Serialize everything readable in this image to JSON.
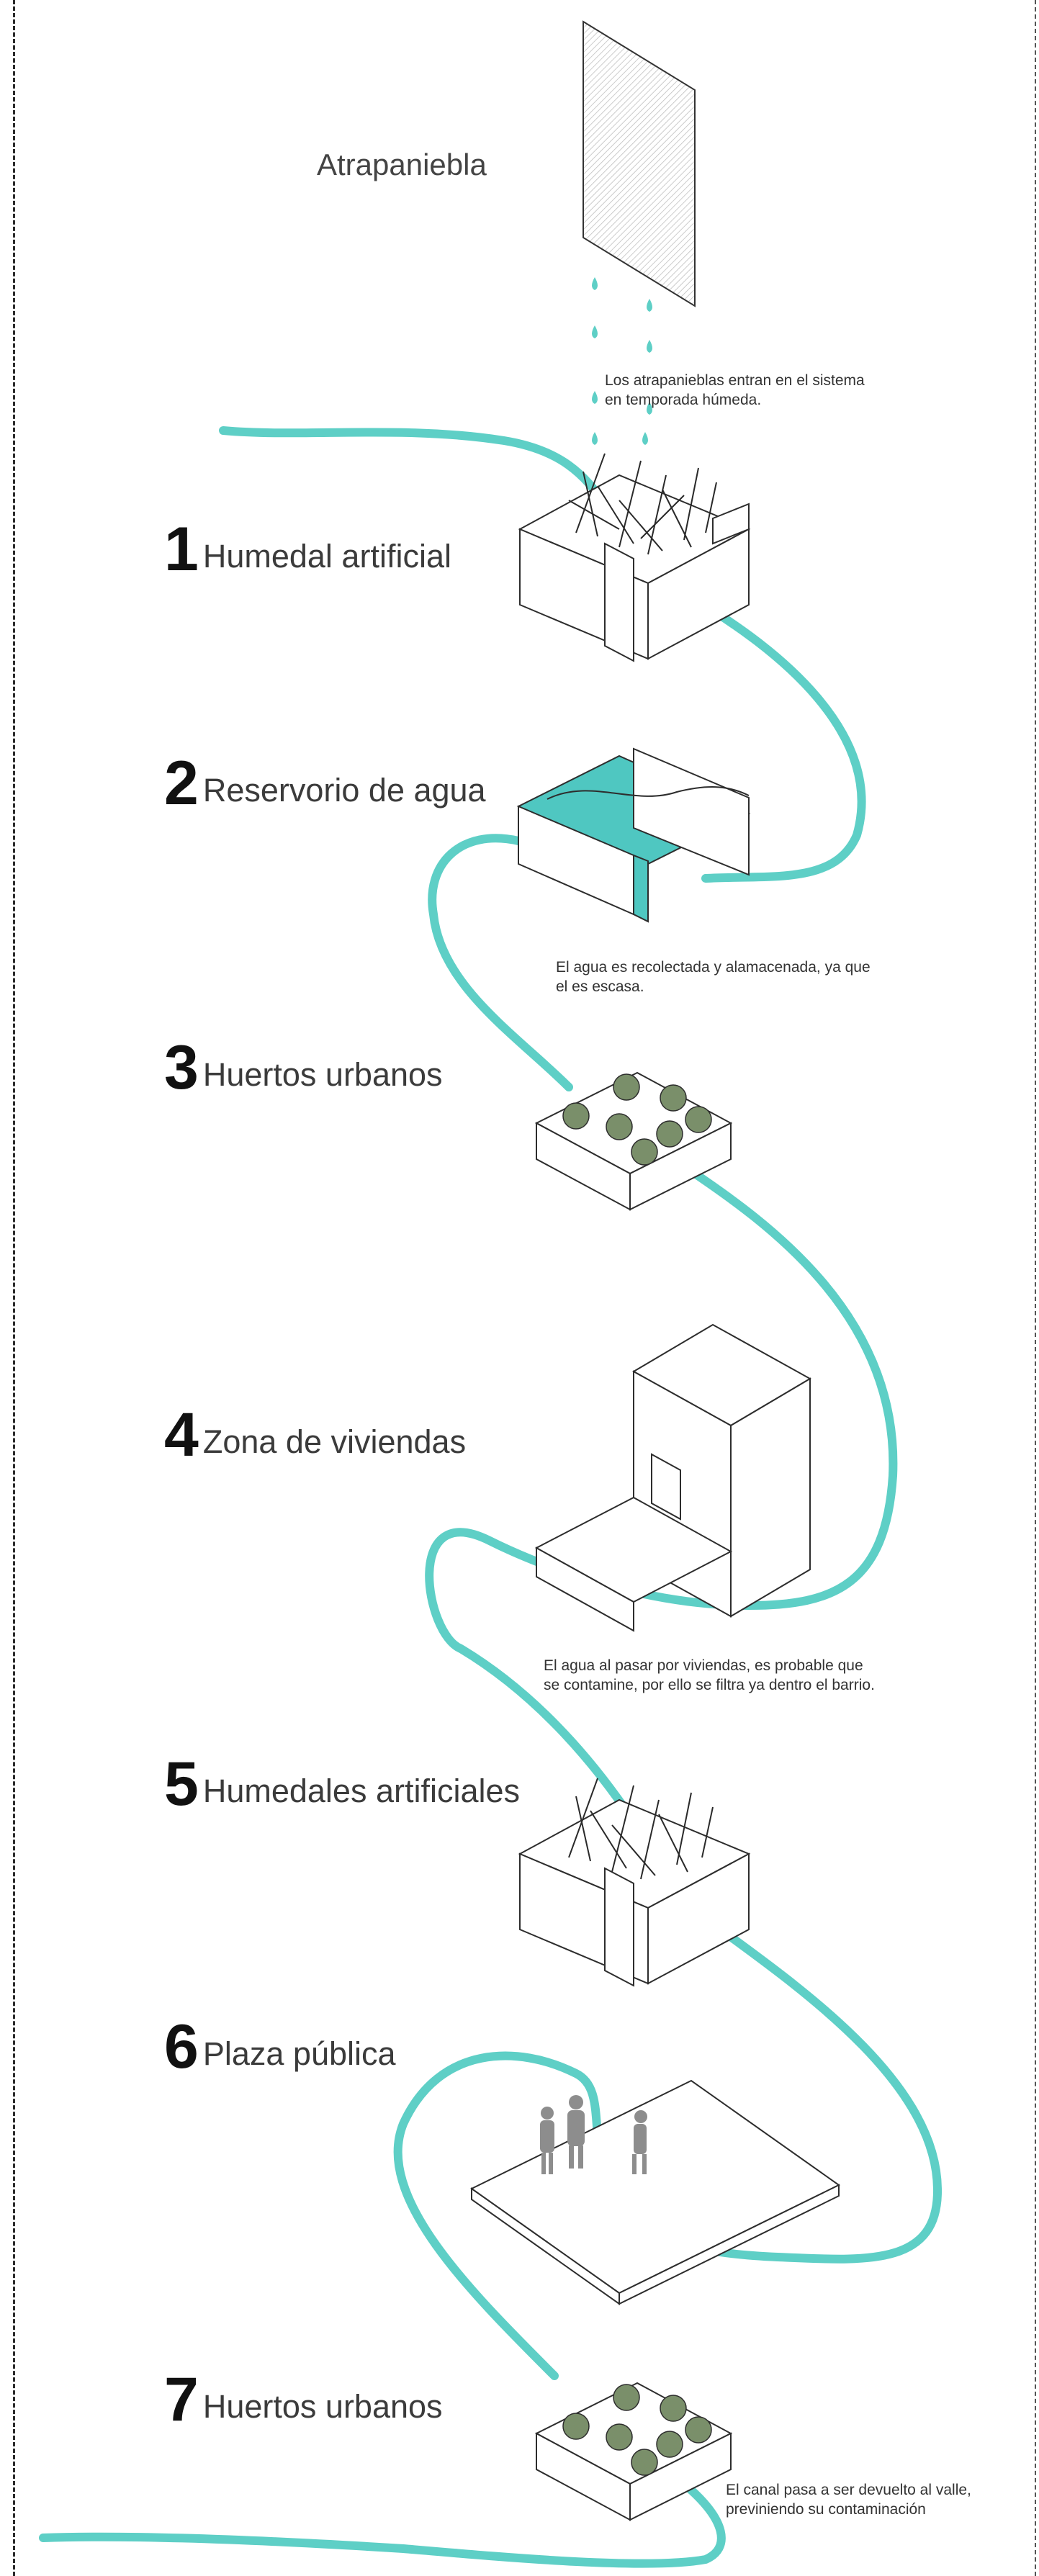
{
  "main_title": "Atrapaniebla",
  "steps": [
    {
      "num": "1",
      "label": "Humedal artificial"
    },
    {
      "num": "2",
      "label": "Reservorio de agua"
    },
    {
      "num": "3",
      "label": "Huertos urbanos"
    },
    {
      "num": "4",
      "label": "Zona de viviendas"
    },
    {
      "num": "5",
      "label": "Humedales artificiales"
    },
    {
      "num": "6",
      "label": "Plaza pública"
    },
    {
      "num": "7",
      "label": "Huertos urbanos"
    }
  ],
  "notes": [
    "Los atrapanieblas entran en el sistema\nen temporada húmeda.",
    "El agua es recolectada y alamacenada, ya que\nel es escasa.",
    "El agua al pasar por viviendas, es probable que\nse contamine, por ello se filtra ya dentro el barrio.",
    "El canal pasa a ser devuelto al valle,\npreviniendo su contaminación"
  ],
  "colors": {
    "water": "#5ecfc6",
    "water_fill": "#4fc7c1",
    "plant": "#7a8f6a",
    "line": "#2d2d2d",
    "person": "#8d8d8d"
  }
}
